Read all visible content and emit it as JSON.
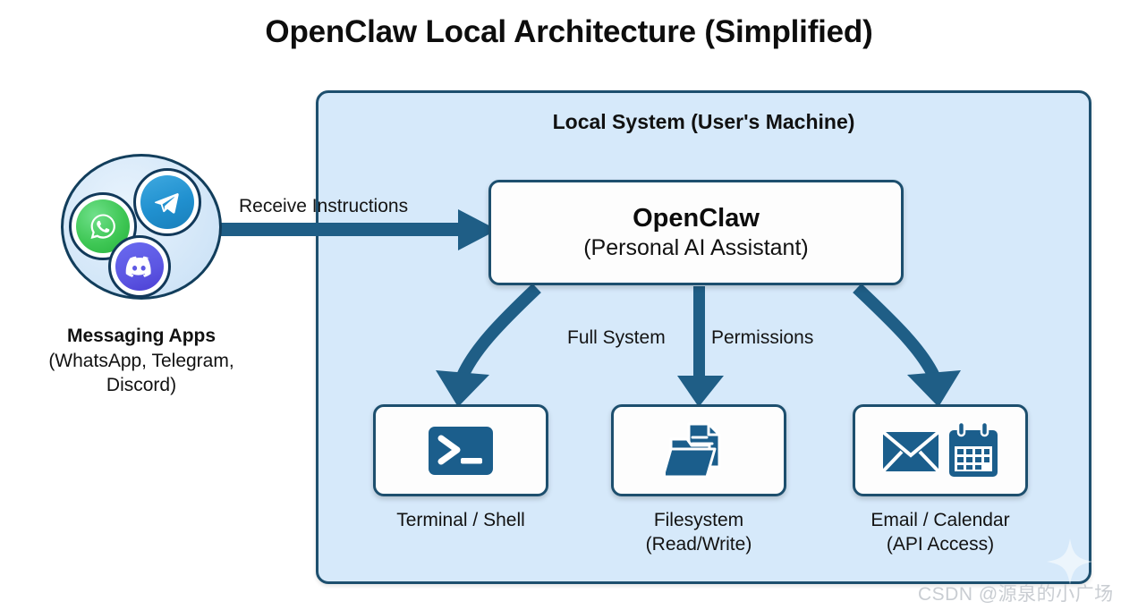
{
  "title": "OpenClaw Local Architecture (Simplified)",
  "colors": {
    "panel_fill": "#d6e9fa",
    "panel_border": "#1d4f6e",
    "arrow": "#1f5e86",
    "node_fill": "#fdfdfd",
    "icon_blue": "#1b5e8c",
    "whatsapp_green": "#25b03c",
    "telegram_blue": "#2090cf",
    "discord_purple": "#5c56e2",
    "title_text": "#0d0d0d"
  },
  "local_system": {
    "title": "Local System (User's Machine)"
  },
  "messaging": {
    "caption_bold": "Messaging Apps",
    "caption_line2": "(WhatsApp, Telegram,",
    "caption_line3": "Discord)",
    "apps": [
      {
        "name": "WhatsApp",
        "icon": "whatsapp-icon"
      },
      {
        "name": "Telegram",
        "icon": "telegram-icon"
      },
      {
        "name": "Discord",
        "icon": "discord-icon"
      }
    ]
  },
  "edges": {
    "receive_instructions": "Receive Instructions",
    "permissions_left": "Full System",
    "permissions_right": "Permissions"
  },
  "openclaw": {
    "name": "OpenClaw",
    "subtitle": "(Personal AI Assistant)"
  },
  "capabilities": [
    {
      "icon": "terminal-icon",
      "caption_line1": "Terminal / Shell",
      "caption_line2": ""
    },
    {
      "icon": "folder-document-icon",
      "caption_line1": "Filesystem",
      "caption_line2": "(Read/Write)"
    },
    {
      "icon": "email-calendar-icon",
      "caption_line1": "Email / Calendar",
      "caption_line2": "(API Access)"
    }
  ],
  "watermark": {
    "text": "CSDN @源泉的小广场"
  }
}
